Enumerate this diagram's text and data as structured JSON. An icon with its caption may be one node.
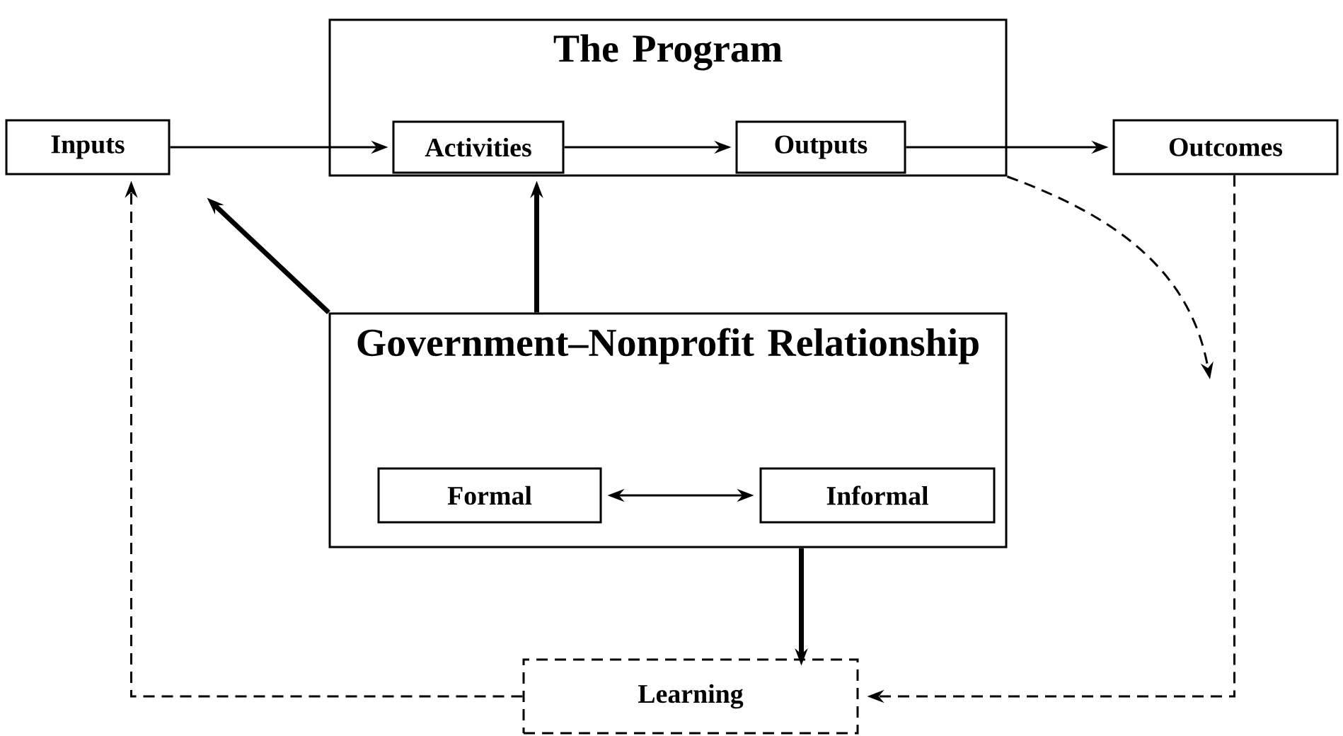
{
  "diagram": {
    "nodes": [
      {
        "text": [
          "The Program"
        ]
      },
      {
        "text": [
          "Inputs"
        ]
      },
      {
        "text": [
          "Activities"
        ],
        "in": 0
      },
      {
        "text": [
          "Outputs"
        ],
        "in": 0
      },
      {
        "text": [
          "Outcomes"
        ]
      },
      {
        "text": [
          "Government–Nonprofit Relationship"
        ]
      },
      {
        "text": [
          "Formal"
        ],
        "in": 5
      },
      {
        "text": [
          "Informal"
        ],
        "in": 5
      },
      {
        "text": [
          "Learning"
        ]
      }
    ],
    "edges": [
      {
        "from": 1,
        "to": 2,
        "arrow": "to"
      },
      {
        "from": 2,
        "to": 3,
        "arrow": "to"
      },
      {
        "from": 3,
        "to": 4,
        "arrow": "to"
      },
      {
        "from": 5,
        "to": 1,
        "arrow": "to",
        "style": "thick"
      },
      {
        "from": 5,
        "to": 0,
        "arrow": "to",
        "style": "thick"
      },
      {
        "from": 6,
        "to": 7,
        "arrow": "both"
      },
      {
        "from": 5,
        "to": 8,
        "arrow": "to",
        "style": "thick"
      },
      {
        "from": 8,
        "to": 1,
        "arrow": "to",
        "style": "dashed"
      },
      {
        "from": 4,
        "to": 8,
        "arrow": "to",
        "style": "dashed"
      },
      {
        "from": 0,
        "to": null,
        "arrow": "to",
        "style": "dashed"
      }
    ]
  }
}
